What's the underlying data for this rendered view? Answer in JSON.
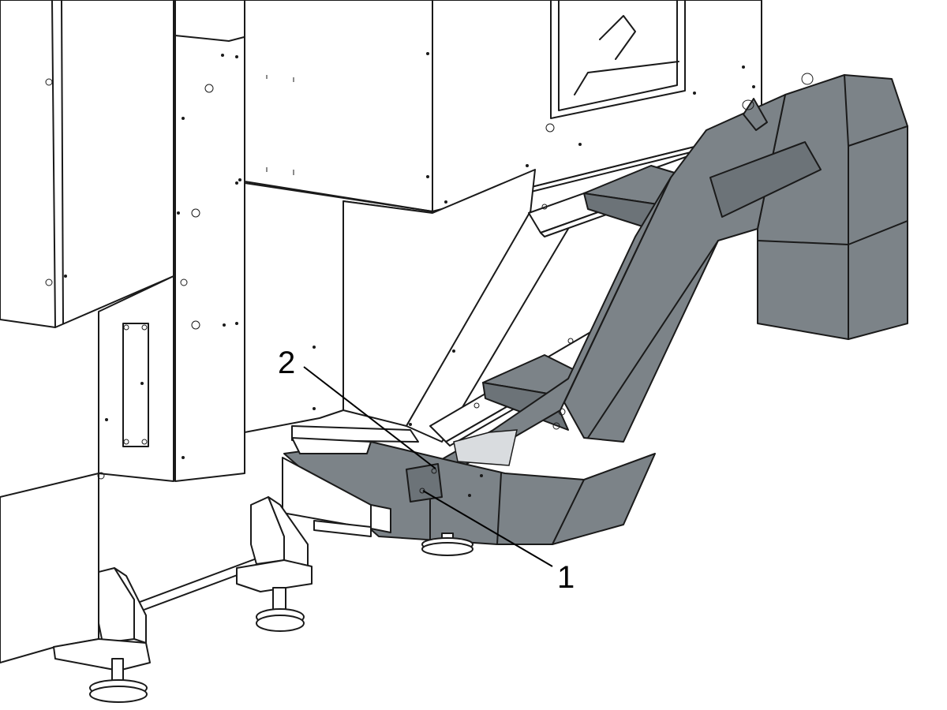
{
  "callouts": [
    {
      "id": "1",
      "label": "1"
    },
    {
      "id": "2",
      "label": "2"
    }
  ],
  "colors": {
    "line": "#1a1a1a",
    "conveyor": "#7c8388",
    "conveyor_dark": "#6c7378",
    "panel_bg": "#ffffff",
    "shadow": "#9aa0a4"
  },
  "parts": {
    "machine_body": "lathe-cabinet",
    "chip_conveyor": "chip-conveyor",
    "leveling_feet": "leveling-feet",
    "support_frame": "support-frame"
  }
}
